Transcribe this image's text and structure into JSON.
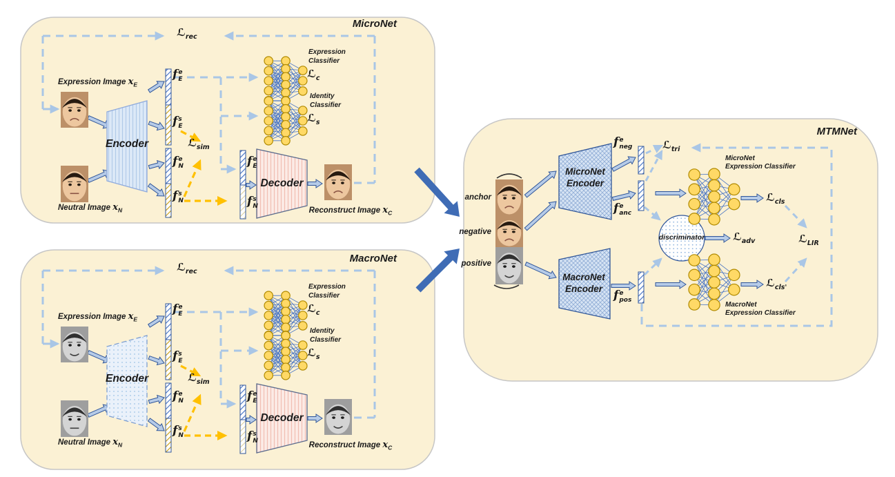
{
  "colors": {
    "panel_fill": "#FBF1D4",
    "panel_border": "#C6C6C6",
    "dashed_blue": "#A9C6E6",
    "yellow_arrow": "#FFC000",
    "small_arrow_fill": "#B6CBE7",
    "small_arrow_stroke": "#30569A",
    "big_arrow": "#3F6CB5",
    "node_fill": "#FFD966",
    "node_stroke": "#B08A00",
    "edge_blue": "#4472C4",
    "hatch_blue": "#4472C4",
    "hatch_yellow": "#C79C10",
    "text": "#1A1A1A"
  },
  "micronet": {
    "title": "MicroNet",
    "loss_rec": {
      "base": "ℒ",
      "sub": "rec"
    },
    "expression_image": {
      "text": "Expression Image ",
      "var": "x",
      "sub": "E"
    },
    "neutral_image": {
      "text": "Neutral Image ",
      "var": "x",
      "sub": "N"
    },
    "encoder_label": "Encoder",
    "decoder_label": "Decoder",
    "reconstruct_image": {
      "text": "Reconstruct Image ",
      "var": "x",
      "sub": "C"
    },
    "f_E_e": {
      "base": "f",
      "sup": "e",
      "sub": "E"
    },
    "f_E_s": {
      "base": "f",
      "sup": "s",
      "sub": "E"
    },
    "f_N_e": {
      "base": "f",
      "sup": "e",
      "sub": "N"
    },
    "f_N_s": {
      "base": "f",
      "sup": "s",
      "sub": "N"
    },
    "dec_f_E_e": {
      "base": "f",
      "sup": "e",
      "sub": "E"
    },
    "dec_f_N_s": {
      "base": "f",
      "sup": "s",
      "sub": "N"
    },
    "loss_sim": {
      "base": "ℒ",
      "sub": "sim"
    },
    "expression_classifier": {
      "line1": "Expression",
      "line2": "Classifier"
    },
    "loss_c": {
      "base": "ℒ",
      "sub": "c"
    },
    "identity_classifier": {
      "line1": "Identity",
      "line2": "Classifier"
    },
    "loss_s": {
      "base": "ℒ",
      "sub": "s"
    }
  },
  "macronet": {
    "title": "MacroNet",
    "loss_rec": {
      "base": "ℒ",
      "sub": "rec"
    },
    "expression_image": {
      "text": "Expression Image ",
      "var": "x",
      "sub": "E"
    },
    "neutral_image": {
      "text": "Neutral Image ",
      "var": "x",
      "sub": "N"
    },
    "encoder_label": "Encoder",
    "decoder_label": "Decoder",
    "reconstruct_image": {
      "text": "Reconstruct Image ",
      "var": "x",
      "sub": "C"
    },
    "f_E_e": {
      "base": "f",
      "sup": "e",
      "sub": "E"
    },
    "f_E_s": {
      "base": "f",
      "sup": "s",
      "sub": "E"
    },
    "f_N_e": {
      "base": "f",
      "sup": "e",
      "sub": "N"
    },
    "f_N_s": {
      "base": "f",
      "sup": "s",
      "sub": "N"
    },
    "dec_f_E_e": {
      "base": "f",
      "sup": "e",
      "sub": "E"
    },
    "dec_f_N_s": {
      "base": "f",
      "sup": "s",
      "sub": "N"
    },
    "loss_sim": {
      "base": "ℒ",
      "sub": "sim"
    },
    "expression_classifier": {
      "line1": "Expression",
      "line2": "Classifier"
    },
    "loss_c": {
      "base": "ℒ",
      "sub": "c"
    },
    "identity_classifier": {
      "line1": "Identity",
      "line2": "Classifier"
    },
    "loss_s": {
      "base": "ℒ",
      "sub": "s"
    }
  },
  "mtmnet": {
    "title": "MTMNet",
    "anchor_label": "anchor",
    "negative_label": "negative",
    "positive_label": "positive",
    "micronet_encoder": {
      "line1": "MicroNet",
      "line2": "Encoder"
    },
    "macronet_encoder": {
      "line1": "MacroNet",
      "line2": "Encoder"
    },
    "f_neg": {
      "base": "f",
      "sup": "e",
      "sub": "neg"
    },
    "f_anc": {
      "base": "f",
      "sup": "e",
      "sub": "anc"
    },
    "f_pos": {
      "base": "f",
      "sup": "e",
      "sub": "pos"
    },
    "loss_tri": {
      "base": "ℒ",
      "sub": "tri"
    },
    "discriminator_label": "discriminator",
    "loss_adv": {
      "base": "ℒ",
      "sub": "adv"
    },
    "micro_classifier": {
      "line1": "MicroNet",
      "line2": "Expression Classifier"
    },
    "loss_cls": {
      "base": "ℒ",
      "sub": "cls"
    },
    "macro_classifier": {
      "line1": "MacroNet",
      "line2": "Expression Classifier"
    },
    "loss_cls_prime": {
      "base": "ℒ",
      "sub": "cls'"
    },
    "loss_lir": {
      "base": "ℒ",
      "sub": "LIR"
    }
  }
}
